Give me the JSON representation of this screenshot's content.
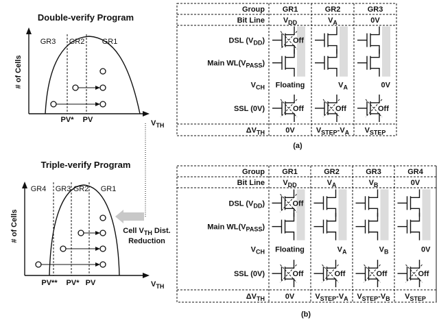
{
  "left": {
    "top_title": "Double-verify Program",
    "bottom_title": "Triple-verify Program",
    "ylabel": "# of Cells",
    "xlabel": "V",
    "xlabel_sub": "TH",
    "top_groups": [
      "GR3",
      "GR2",
      "GR1"
    ],
    "top_pv": [
      "PV*",
      "PV"
    ],
    "bottom_groups": [
      "GR4",
      "GR3",
      "GR2",
      "GR1"
    ],
    "bottom_pv": [
      "PV**",
      "PV*",
      "PV"
    ],
    "arrow_label_1": "Cell V",
    "arrow_label_1_sub": "TH",
    "arrow_label_1_end": " Dist.",
    "arrow_label_2": "Reduction"
  },
  "table_a": {
    "caption": "(a)",
    "header_group": "Group",
    "header_bitline": "Bit Line",
    "groups": [
      "GR1",
      "GR2",
      "GR3"
    ],
    "bitlines": [
      "V",
      "V",
      "0V"
    ],
    "bitline_subs": [
      "DD",
      "A",
      ""
    ],
    "row_dsl": "DSL (V",
    "row_dsl_sub": "DD",
    "row_dsl_end": ")",
    "row_wl": "Main WL(V",
    "row_wl_sub": "PASS",
    "row_wl_end": ")",
    "row_vch": "V",
    "row_vch_sub": "CH",
    "vch": [
      "Floating",
      "V",
      "0V"
    ],
    "vch_subs": [
      "",
      "A",
      ""
    ],
    "row_ssl": "SSL (0V)",
    "row_dvth": "ΔV",
    "row_dvth_sub": "TH",
    "dvth": [
      "0V",
      "V",
      "V"
    ],
    "dvth_subs": [
      "",
      "STEP",
      "STEP"
    ],
    "dvth_tails": [
      "",
      "-V",
      ""
    ],
    "dvth_tail_subs": [
      "",
      "A",
      ""
    ],
    "off": "Off"
  },
  "table_b": {
    "caption": "(b)",
    "header_group": "Group",
    "header_bitline": "Bit Line",
    "groups": [
      "GR1",
      "GR2",
      "GR3",
      "GR4"
    ],
    "bitlines": [
      "V",
      "V",
      "V",
      "0V"
    ],
    "bitline_subs": [
      "DD",
      "A",
      "B",
      ""
    ],
    "row_dsl": "DSL (V",
    "row_dsl_sub": "DD",
    "row_dsl_end": ")",
    "row_wl": "Main WL(V",
    "row_wl_sub": "PASS",
    "row_wl_end": ")",
    "row_vch": "V",
    "row_vch_sub": "CH",
    "vch": [
      "Floating",
      "V",
      "V",
      "0V"
    ],
    "vch_subs": [
      "",
      "A",
      "B",
      ""
    ],
    "row_ssl": "SSL (0V)",
    "row_dvth": "ΔV",
    "row_dvth_sub": "TH",
    "dvth": [
      "0V",
      "V",
      "V",
      "V"
    ],
    "dvth_subs": [
      "",
      "STEP",
      "STEP",
      "STEP"
    ],
    "dvth_tails": [
      "",
      "-V",
      "-V",
      ""
    ],
    "dvth_tail_subs": [
      "",
      "A",
      "B",
      ""
    ],
    "off": "Off"
  }
}
